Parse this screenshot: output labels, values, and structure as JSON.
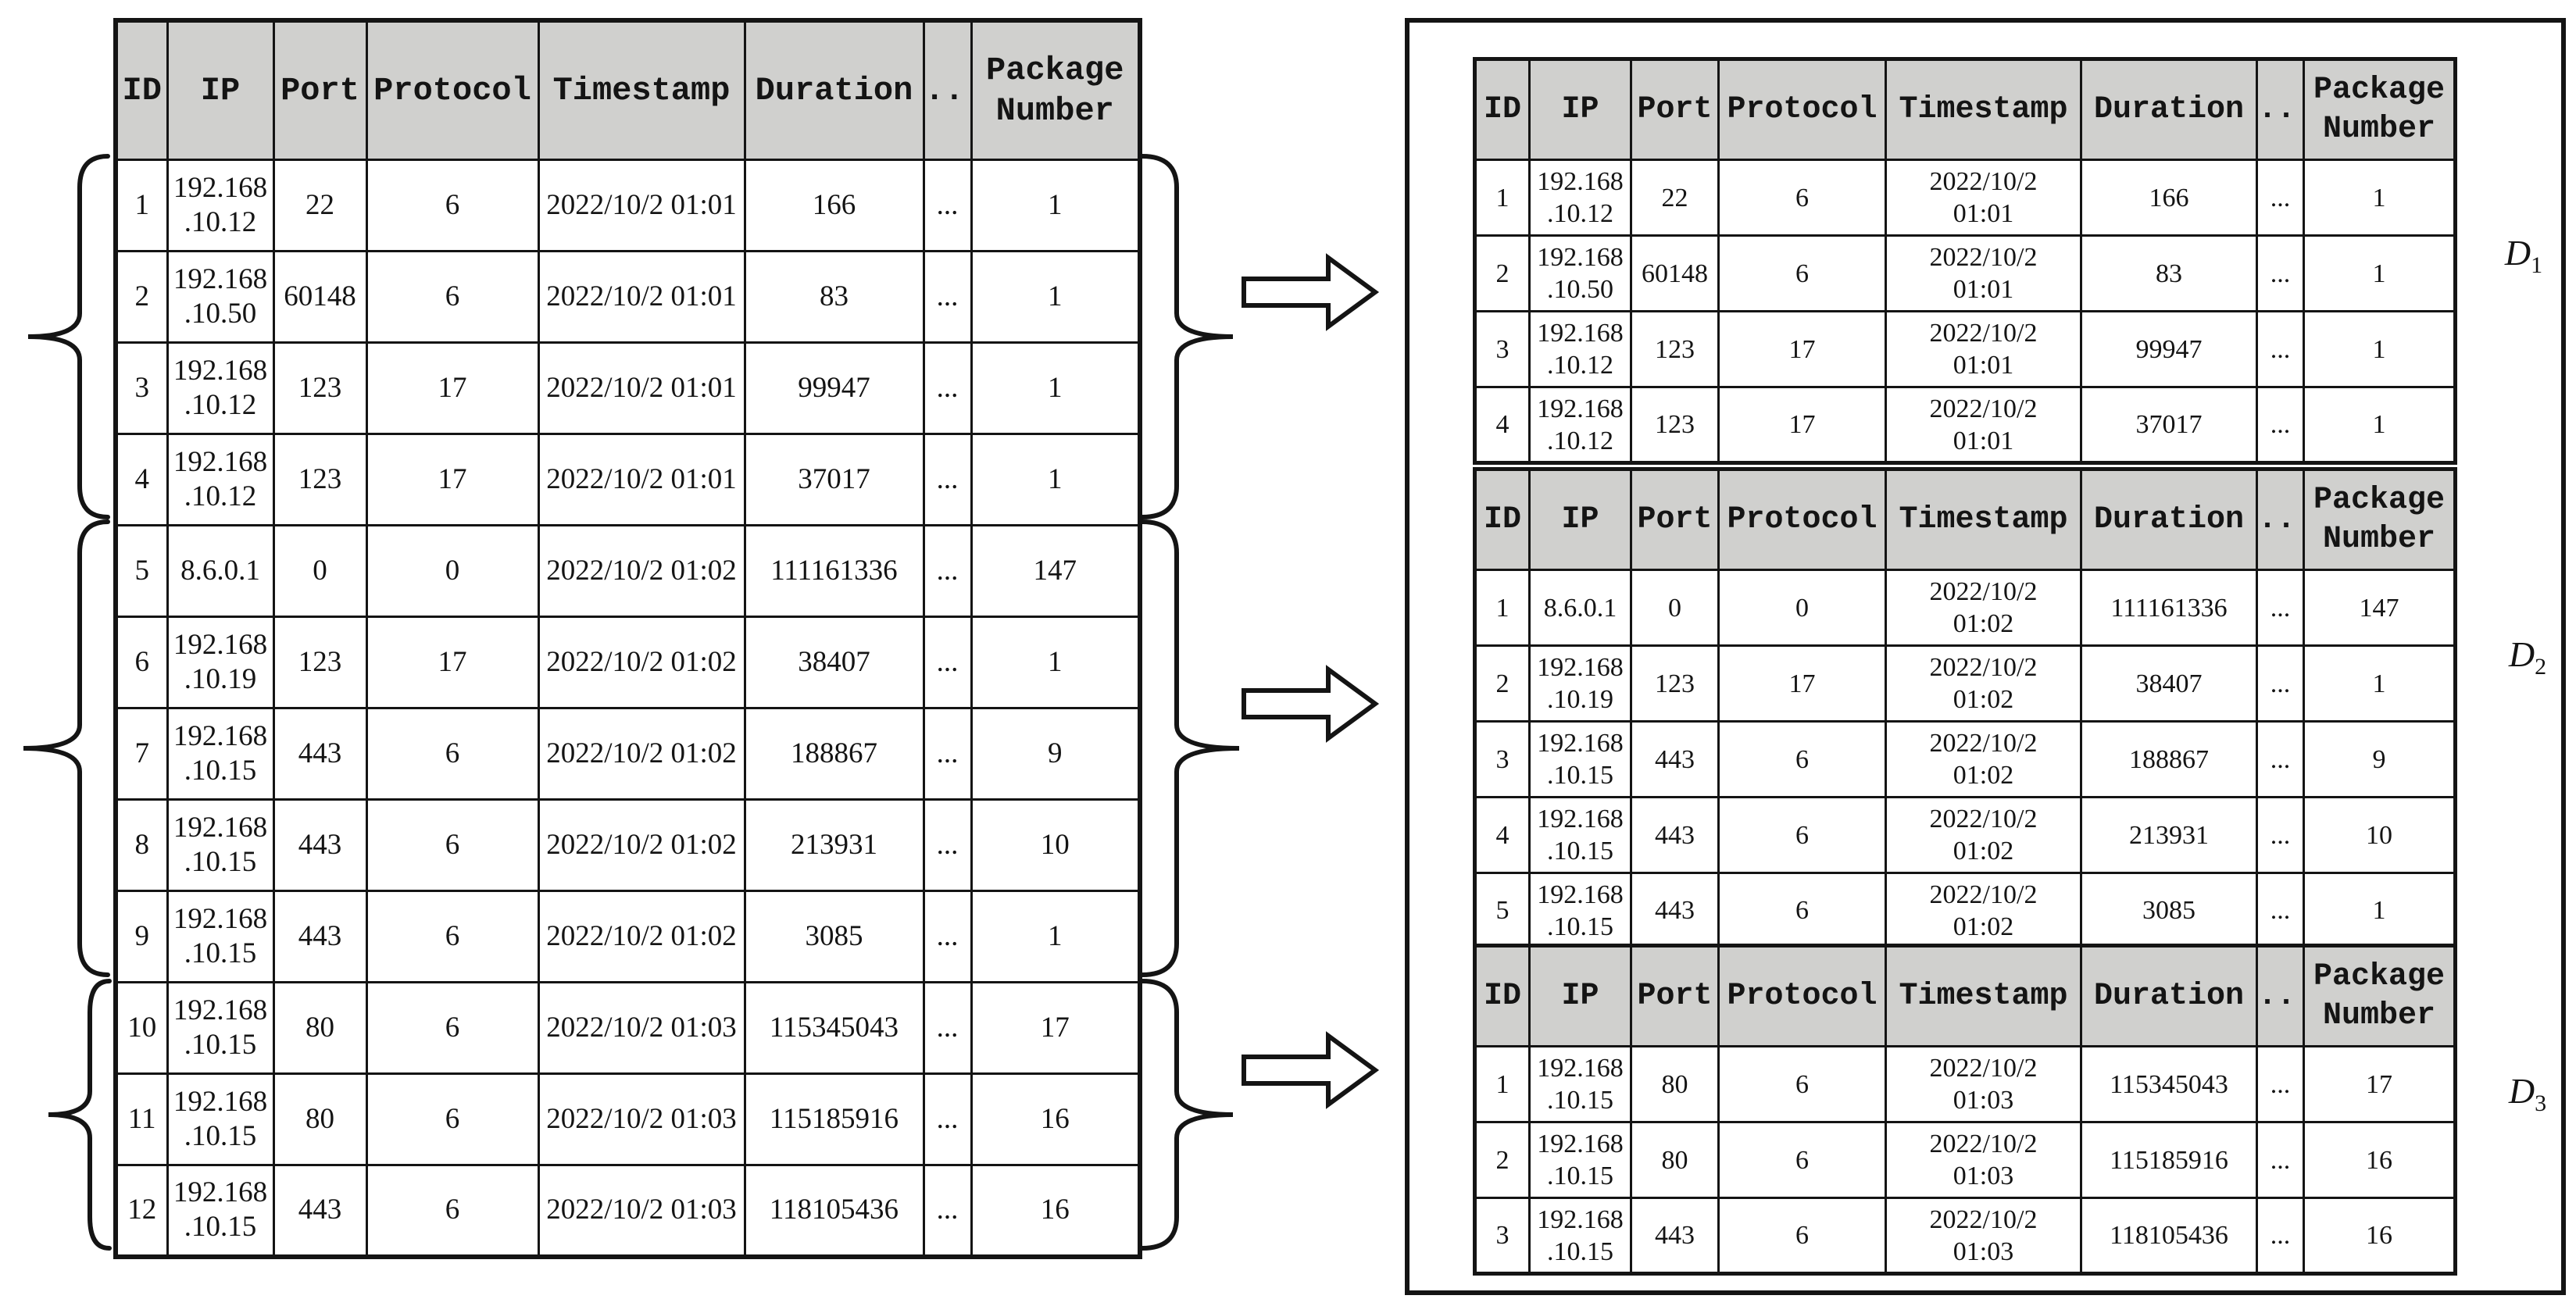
{
  "figure": {
    "columns": [
      "ID",
      "IP",
      "Port",
      "Protocol",
      "Timestamp",
      "Duration",
      "...",
      "Package Number"
    ],
    "source_table": {
      "rows": [
        [
          "1",
          "192.168\n.10.12",
          "22",
          "6",
          "2022/10/2 01:01",
          "166",
          "...",
          "1"
        ],
        [
          "2",
          "192.168\n.10.50",
          "60148",
          "6",
          "2022/10/2 01:01",
          "83",
          "...",
          "1"
        ],
        [
          "3",
          "192.168\n.10.12",
          "123",
          "17",
          "2022/10/2 01:01",
          "99947",
          "...",
          "1"
        ],
        [
          "4",
          "192.168\n.10.12",
          "123",
          "17",
          "2022/10/2 01:01",
          "37017",
          "...",
          "1"
        ],
        [
          "5",
          "8.6.0.1",
          "0",
          "0",
          "2022/10/2 01:02",
          "111161336",
          "...",
          "147"
        ],
        [
          "6",
          "192.168\n.10.19",
          "123",
          "17",
          "2022/10/2 01:02",
          "38407",
          "...",
          "1"
        ],
        [
          "7",
          "192.168\n.10.15",
          "443",
          "6",
          "2022/10/2 01:02",
          "188867",
          "...",
          "9"
        ],
        [
          "8",
          "192.168\n.10.15",
          "443",
          "6",
          "2022/10/2 01:02",
          "213931",
          "...",
          "10"
        ],
        [
          "9",
          "192.168\n.10.15",
          "443",
          "6",
          "2022/10/2 01:02",
          "3085",
          "...",
          "1"
        ],
        [
          "10",
          "192.168\n.10.15",
          "80",
          "6",
          "2022/10/2 01:03",
          "115345043",
          "...",
          "17"
        ],
        [
          "11",
          "192.168\n.10.15",
          "80",
          "6",
          "2022/10/2 01:03",
          "115185916",
          "...",
          "16"
        ],
        [
          "12",
          "192.168\n.10.15",
          "443",
          "6",
          "2022/10/2 01:03",
          "118105436",
          "...",
          "16"
        ]
      ]
    },
    "result_tables": [
      {
        "label": "D",
        "subscript": "1",
        "rows": [
          [
            "1",
            "192.168\n.10.12",
            "22",
            "6",
            "2022/10/2\n01:01",
            "166",
            "...",
            "1"
          ],
          [
            "2",
            "192.168\n.10.50",
            "60148",
            "6",
            "2022/10/2\n01:01",
            "83",
            "...",
            "1"
          ],
          [
            "3",
            "192.168\n.10.12",
            "123",
            "17",
            "2022/10/2\n01:01",
            "99947",
            "...",
            "1"
          ],
          [
            "4",
            "192.168\n.10.12",
            "123",
            "17",
            "2022/10/2\n01:01",
            "37017",
            "...",
            "1"
          ]
        ]
      },
      {
        "label": "D",
        "subscript": "2",
        "rows": [
          [
            "1",
            "8.6.0.1",
            "0",
            "0",
            "2022/10/2\n01:02",
            "111161336",
            "...",
            "147"
          ],
          [
            "2",
            "192.168\n.10.19",
            "123",
            "17",
            "2022/10/2\n01:02",
            "38407",
            "...",
            "1"
          ],
          [
            "3",
            "192.168\n.10.15",
            "443",
            "6",
            "2022/10/2\n01:02",
            "188867",
            "...",
            "9"
          ],
          [
            "4",
            "192.168\n.10.15",
            "443",
            "6",
            "2022/10/2\n01:02",
            "213931",
            "...",
            "10"
          ],
          [
            "5",
            "192.168\n.10.15",
            "443",
            "6",
            "2022/10/2\n01:02",
            "3085",
            "...",
            "1"
          ]
        ]
      },
      {
        "label": "D",
        "subscript": "3",
        "rows": [
          [
            "1",
            "192.168\n.10.15",
            "80",
            "6",
            "2022/10/2\n01:03",
            "115345043",
            "...",
            "17"
          ],
          [
            "2",
            "192.168\n.10.15",
            "80",
            "6",
            "2022/10/2\n01:03",
            "115185916",
            "...",
            "16"
          ],
          [
            "3",
            "192.168\n.10.15",
            "443",
            "6",
            "2022/10/2\n01:03",
            "118105436",
            "...",
            "16"
          ]
        ]
      }
    ],
    "colors": {
      "header_bg": "#d0d0ce",
      "line_color": "#141414",
      "background": "#ffffff"
    }
  }
}
